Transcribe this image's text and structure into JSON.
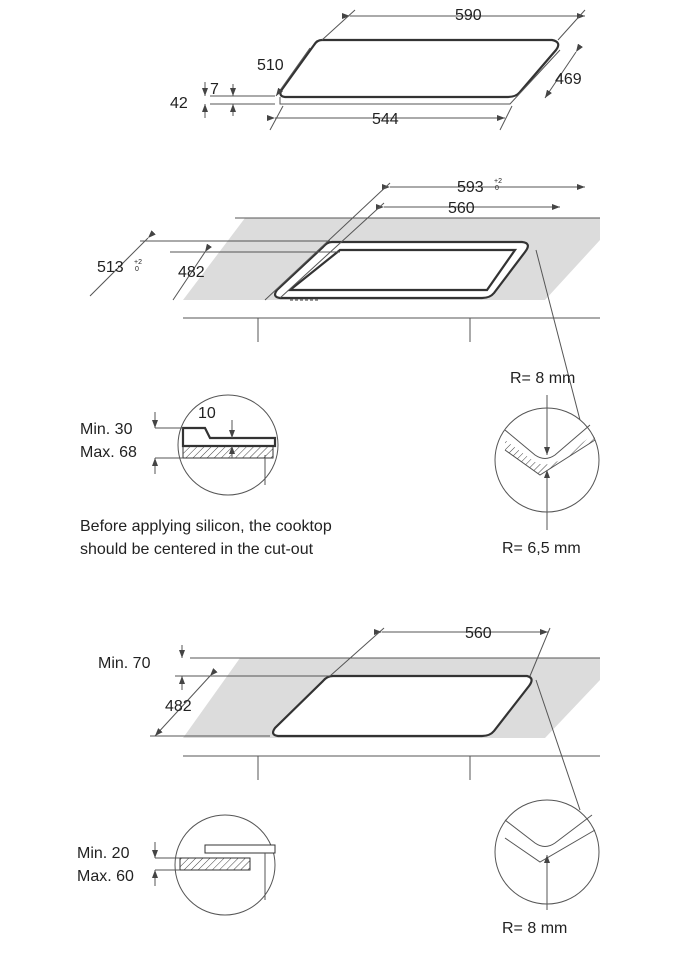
{
  "hob": {
    "width": "590",
    "depth": "510",
    "thickness_glass": "7",
    "height": "42",
    "inner_depth": "469",
    "inner_width": "544"
  },
  "cutout_flush": {
    "outer_width": "593",
    "outer_width_tol_plus": "+2",
    "outer_width_tol_minus": "0",
    "inner_width": "560",
    "outer_depth": "513",
    "outer_depth_tol_plus": "+2",
    "outer_depth_tol_minus": "0",
    "inner_depth": "482",
    "radius_top": "R= 8 mm",
    "min_thickness": "Min. 30",
    "max_thickness": "Max. 68",
    "step": "10",
    "radius_bottom": "R= 6,5 mm",
    "note_line1": "Before applying silicon, the cooktop",
    "note_line2": "should be centered in the cut-out"
  },
  "cutout_standard": {
    "width": "560",
    "min_front": "Min. 70",
    "depth": "482",
    "min_thickness": "Min. 20",
    "max_thickness": "Max. 60",
    "radius": "R= 8 mm"
  }
}
